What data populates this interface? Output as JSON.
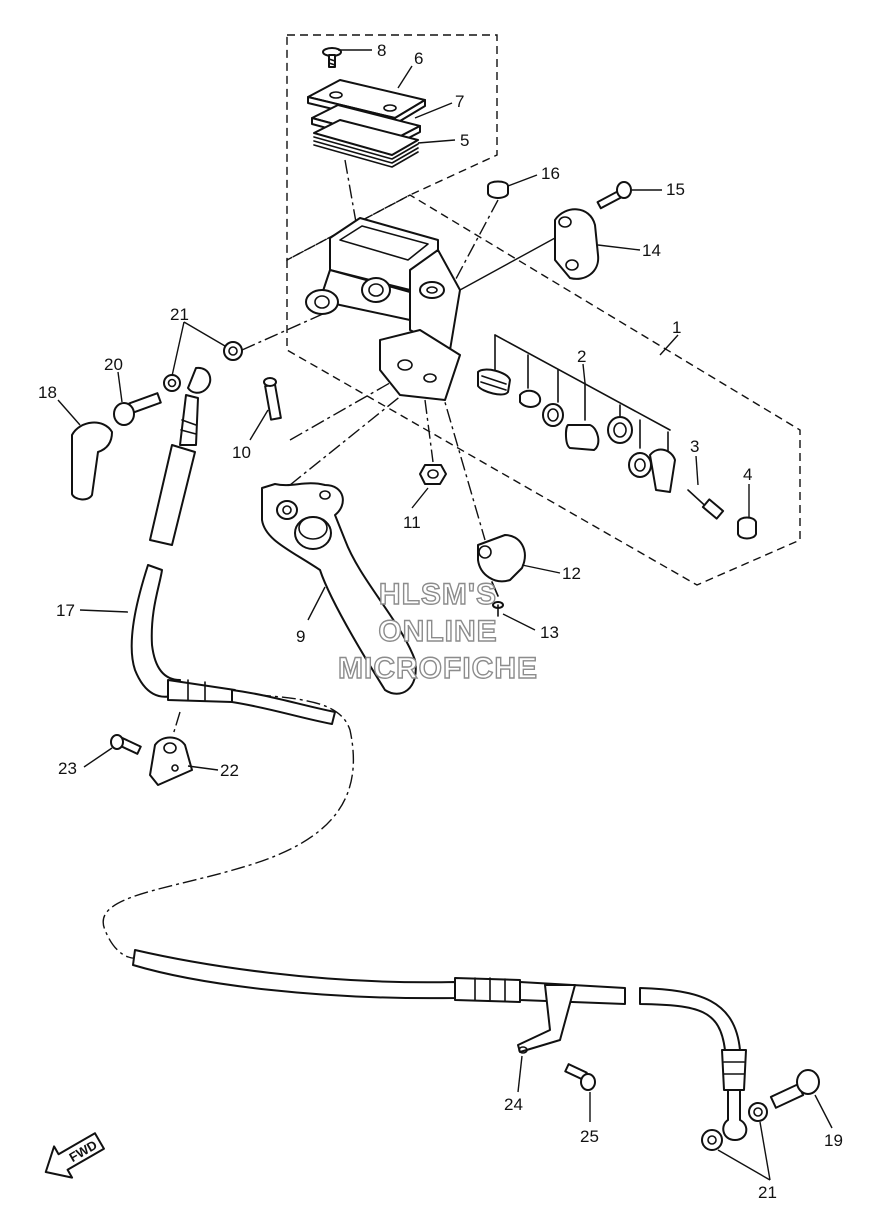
{
  "diagram": {
    "part_numbers": [
      "1",
      "2",
      "3",
      "4",
      "5",
      "6",
      "7",
      "8",
      "9",
      "10",
      "11",
      "12",
      "13",
      "14",
      "15",
      "16",
      "17",
      "18",
      "19",
      "20",
      "21",
      "22",
      "23",
      "24",
      "25"
    ],
    "watermark": [
      "HLSM'S",
      "ONLINE",
      "MICROFICHE"
    ],
    "fwd_label": "FWD",
    "line_color": "#111111",
    "watermark_color": "#8c8c8c"
  }
}
